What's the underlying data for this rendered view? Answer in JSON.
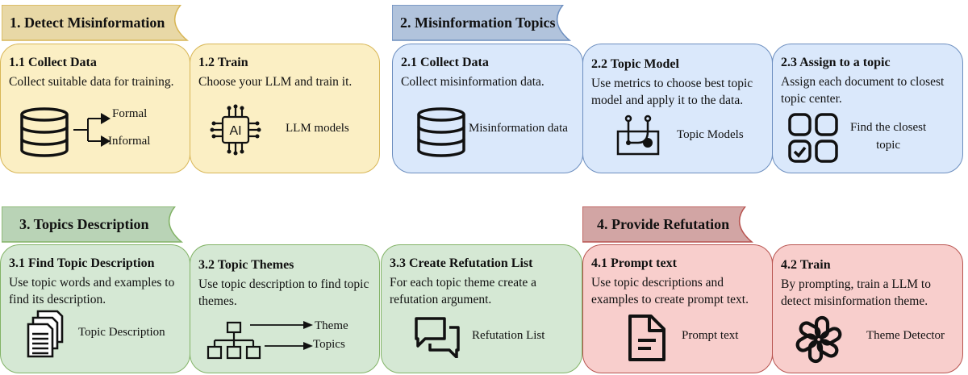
{
  "colors": {
    "yellow_fill": "#fbefc4",
    "yellow_stroke": "#d8b656",
    "yellow_banner": "#e8d8a6",
    "blue_fill": "#dae8fb",
    "blue_stroke": "#6c8ebf",
    "blue_banner": "#b1c3dc",
    "green_fill": "#d5e8d4",
    "green_stroke": "#82b366",
    "green_banner": "#b9d3b6",
    "red_fill": "#f8cecc",
    "red_stroke": "#b85450",
    "red_banner": "#d2a5a4"
  },
  "sections": {
    "s1": {
      "title": "1. Detect Misinformation",
      "c1": {
        "title": "1.1 Collect Data",
        "desc": "Collect suitable data for training.",
        "icon": "database-icon",
        "label_a": "Formal",
        "label_b": "Informal"
      },
      "c2": {
        "title": "1.2 Train",
        "desc": "Choose your LLM and train it.",
        "icon": "ai-chip-icon",
        "label": "LLM models",
        "chip_text": "AI"
      }
    },
    "s2": {
      "title": "2. Misinformation Topics",
      "c1": {
        "title": "2.1 Collect Data",
        "desc": "Collect misinformation data.",
        "icon": "database-icon",
        "label": "Misinformation data"
      },
      "c2": {
        "title": "2.2 Topic Model",
        "desc": "Use metrics to choose best topic\nmodel and apply it to the data.",
        "icon": "topic-model-icon",
        "label": "Topic Models"
      },
      "c3": {
        "title": "2.3 Assign to a topic",
        "desc": "Assign each document to closest\ntopic center.",
        "icon": "grid-check-icon",
        "label": "Find the closest\ntopic"
      }
    },
    "s3": {
      "title": "3. Topics Description",
      "c1": {
        "title": "3.1 Find Topic Description",
        "desc": "Use topic words and examples to\nfind its description.",
        "icon": "documents-icon",
        "label": "Topic Description"
      },
      "c2": {
        "title": "3.2 Topic Themes",
        "desc": "Use topic description to find topic\nthemes.",
        "icon": "hierarchy-icon",
        "label_a": "Theme",
        "label_b": "Topics"
      },
      "c3": {
        "title": "3.3 Create Refutation List",
        "desc": "For each topic theme create a\nrefutation argument.",
        "icon": "chat-bubbles-icon",
        "label": "Refutation List"
      }
    },
    "s4": {
      "title": "4. Provide Refutation",
      "c1": {
        "title": "4.1 Prompt text",
        "desc": "Use topic descriptions and\nexamples to create prompt text.",
        "icon": "document-icon",
        "label": "Prompt text"
      },
      "c2": {
        "title": "4.2 Train",
        "desc": "By prompting, train a LLM to\ndetect misinformation theme.",
        "icon": "openai-icon",
        "label": "Theme Detector"
      }
    }
  }
}
